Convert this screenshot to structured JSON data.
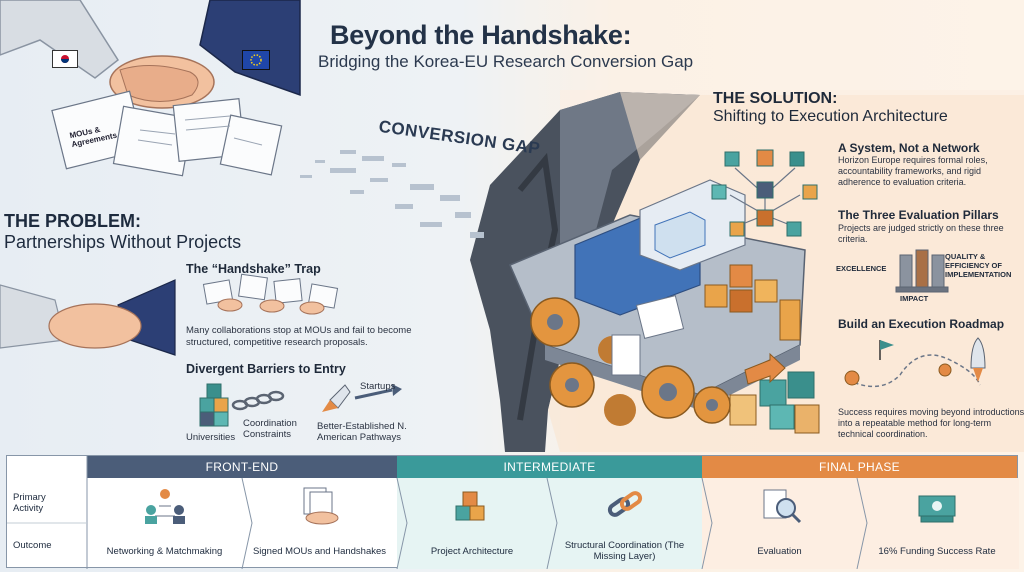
{
  "header": {
    "title": "Beyond the Handshake:",
    "subtitle": "Bridging the Korea-EU Research Conversion Gap"
  },
  "scene": {
    "docs_label": "MOUs & Agreements",
    "gap_label": "CONVERSION GAP"
  },
  "problem": {
    "heading_1": "THE PROBLEM:",
    "heading_2": "Partnerships Without Projects",
    "trap": {
      "heading": "The “Handshake” Trap",
      "text": "Many collaborations stop at MOUs and fail to become structured, competitive research proposals."
    },
    "barriers": {
      "heading": "Divergent Barriers to Entry",
      "universities": "Universities",
      "coordination": "Coordination Constraints",
      "startups": "Startups",
      "better": "Better-Established N. American Pathways"
    }
  },
  "solution": {
    "heading_1": "THE SOLUTION:",
    "heading_2": "Shifting to Execution Architecture",
    "system": {
      "heading": "A System, Not a Network",
      "text": "Horizon Europe requires formal roles, accountability frameworks, and rigid adherence to evaluation criteria."
    },
    "pillars": {
      "heading": "The Three Evaluation Pillars",
      "text": "Projects are judged strictly on these three criteria.",
      "excellence": "EXCELLENCE",
      "quality": "QUALITY & EFFICIENCY OF IMPLEMENTATION",
      "impact": "IMPACT"
    },
    "roadmap": {
      "heading": "Build an Execution Roadmap",
      "text": "Success requires moving beyond introductions into a repeatable method for long-term technical coordination."
    }
  },
  "table": {
    "row_primary": "Primary Activity",
    "row_outcome": "Outcome",
    "phases": [
      "FRONT-END",
      "INTERMEDIATE",
      "FINAL PHASE"
    ],
    "cells": [
      "Networking & Matchmaking",
      "Signed MOUs and Handshakes",
      "Project Architecture",
      "Structural Coordination (The Missing Layer)",
      "Evaluation",
      "16% Funding Success Rate"
    ]
  },
  "colors": {
    "front_end": "#4b5d79",
    "intermediate": "#3a9a9a",
    "final_phase": "#e38a45"
  }
}
